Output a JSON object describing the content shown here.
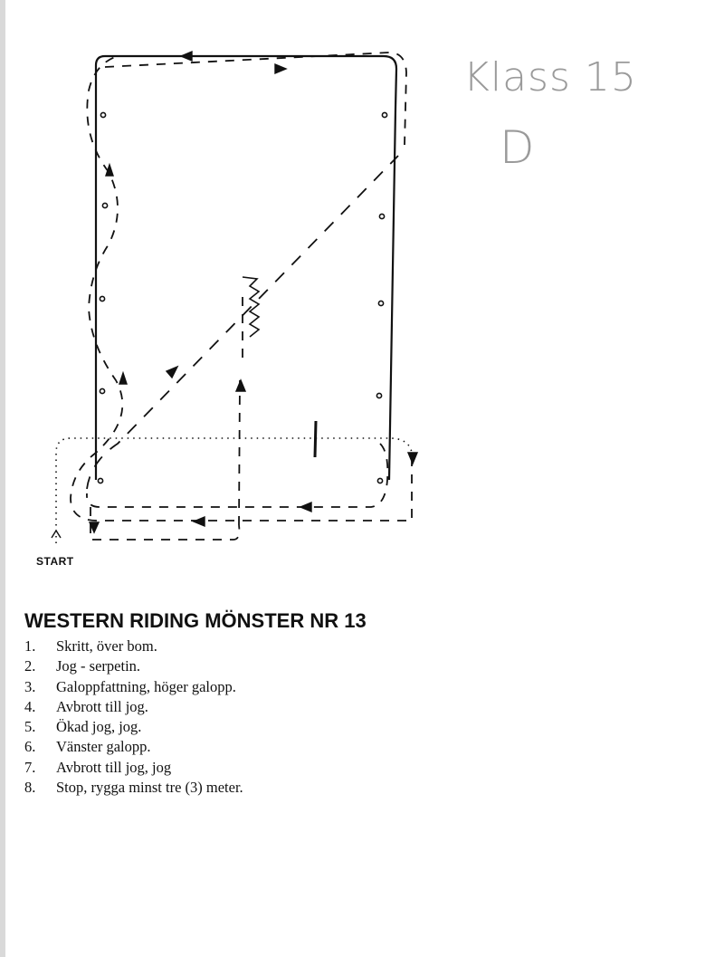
{
  "diagram": {
    "start_label": "START",
    "handwritten_class": "Klass 15",
    "handwritten_level": "D"
  },
  "pattern": {
    "title": "WESTERN RIDING MÖNSTER NR 13",
    "steps": [
      {
        "num": "1.",
        "text": "Skritt, över bom."
      },
      {
        "num": "2.",
        "text": "Jog - serpetin."
      },
      {
        "num": "3.",
        "text": "Galoppfattning, höger galopp."
      },
      {
        "num": "4.",
        "text": "Avbrott till jog."
      },
      {
        "num": "5.",
        "text": "Ökad jog, jog."
      },
      {
        "num": "6.",
        "text": "Vänster galopp."
      },
      {
        "num": "7.",
        "text": "Avbrott till jog, jog"
      },
      {
        "num": "8.",
        "text": "Stop, rygga minst tre (3) meter."
      }
    ]
  },
  "colors": {
    "ink": "#111111",
    "handwriting": "#9a9a9a"
  }
}
